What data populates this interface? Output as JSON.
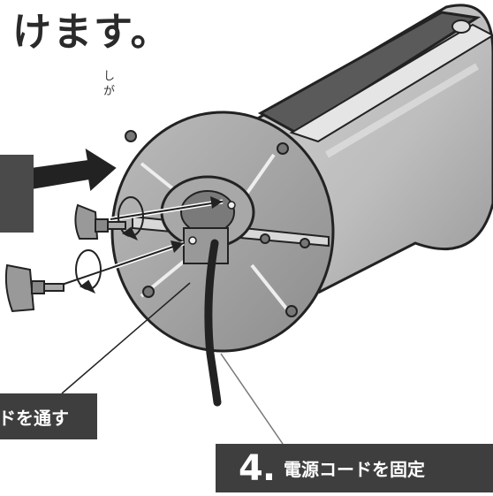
{
  "heading": {
    "text": "けます。"
  },
  "note": {
    "lines": [
      "し",
      "が"
    ]
  },
  "callouts": {
    "left": {
      "label": "ドを通す"
    },
    "right": {
      "number": "4.",
      "label": "電源コードを固定"
    }
  },
  "colors": {
    "panel": "#3e3e3e",
    "body": "#b8b8b8",
    "outline": "#222222"
  }
}
